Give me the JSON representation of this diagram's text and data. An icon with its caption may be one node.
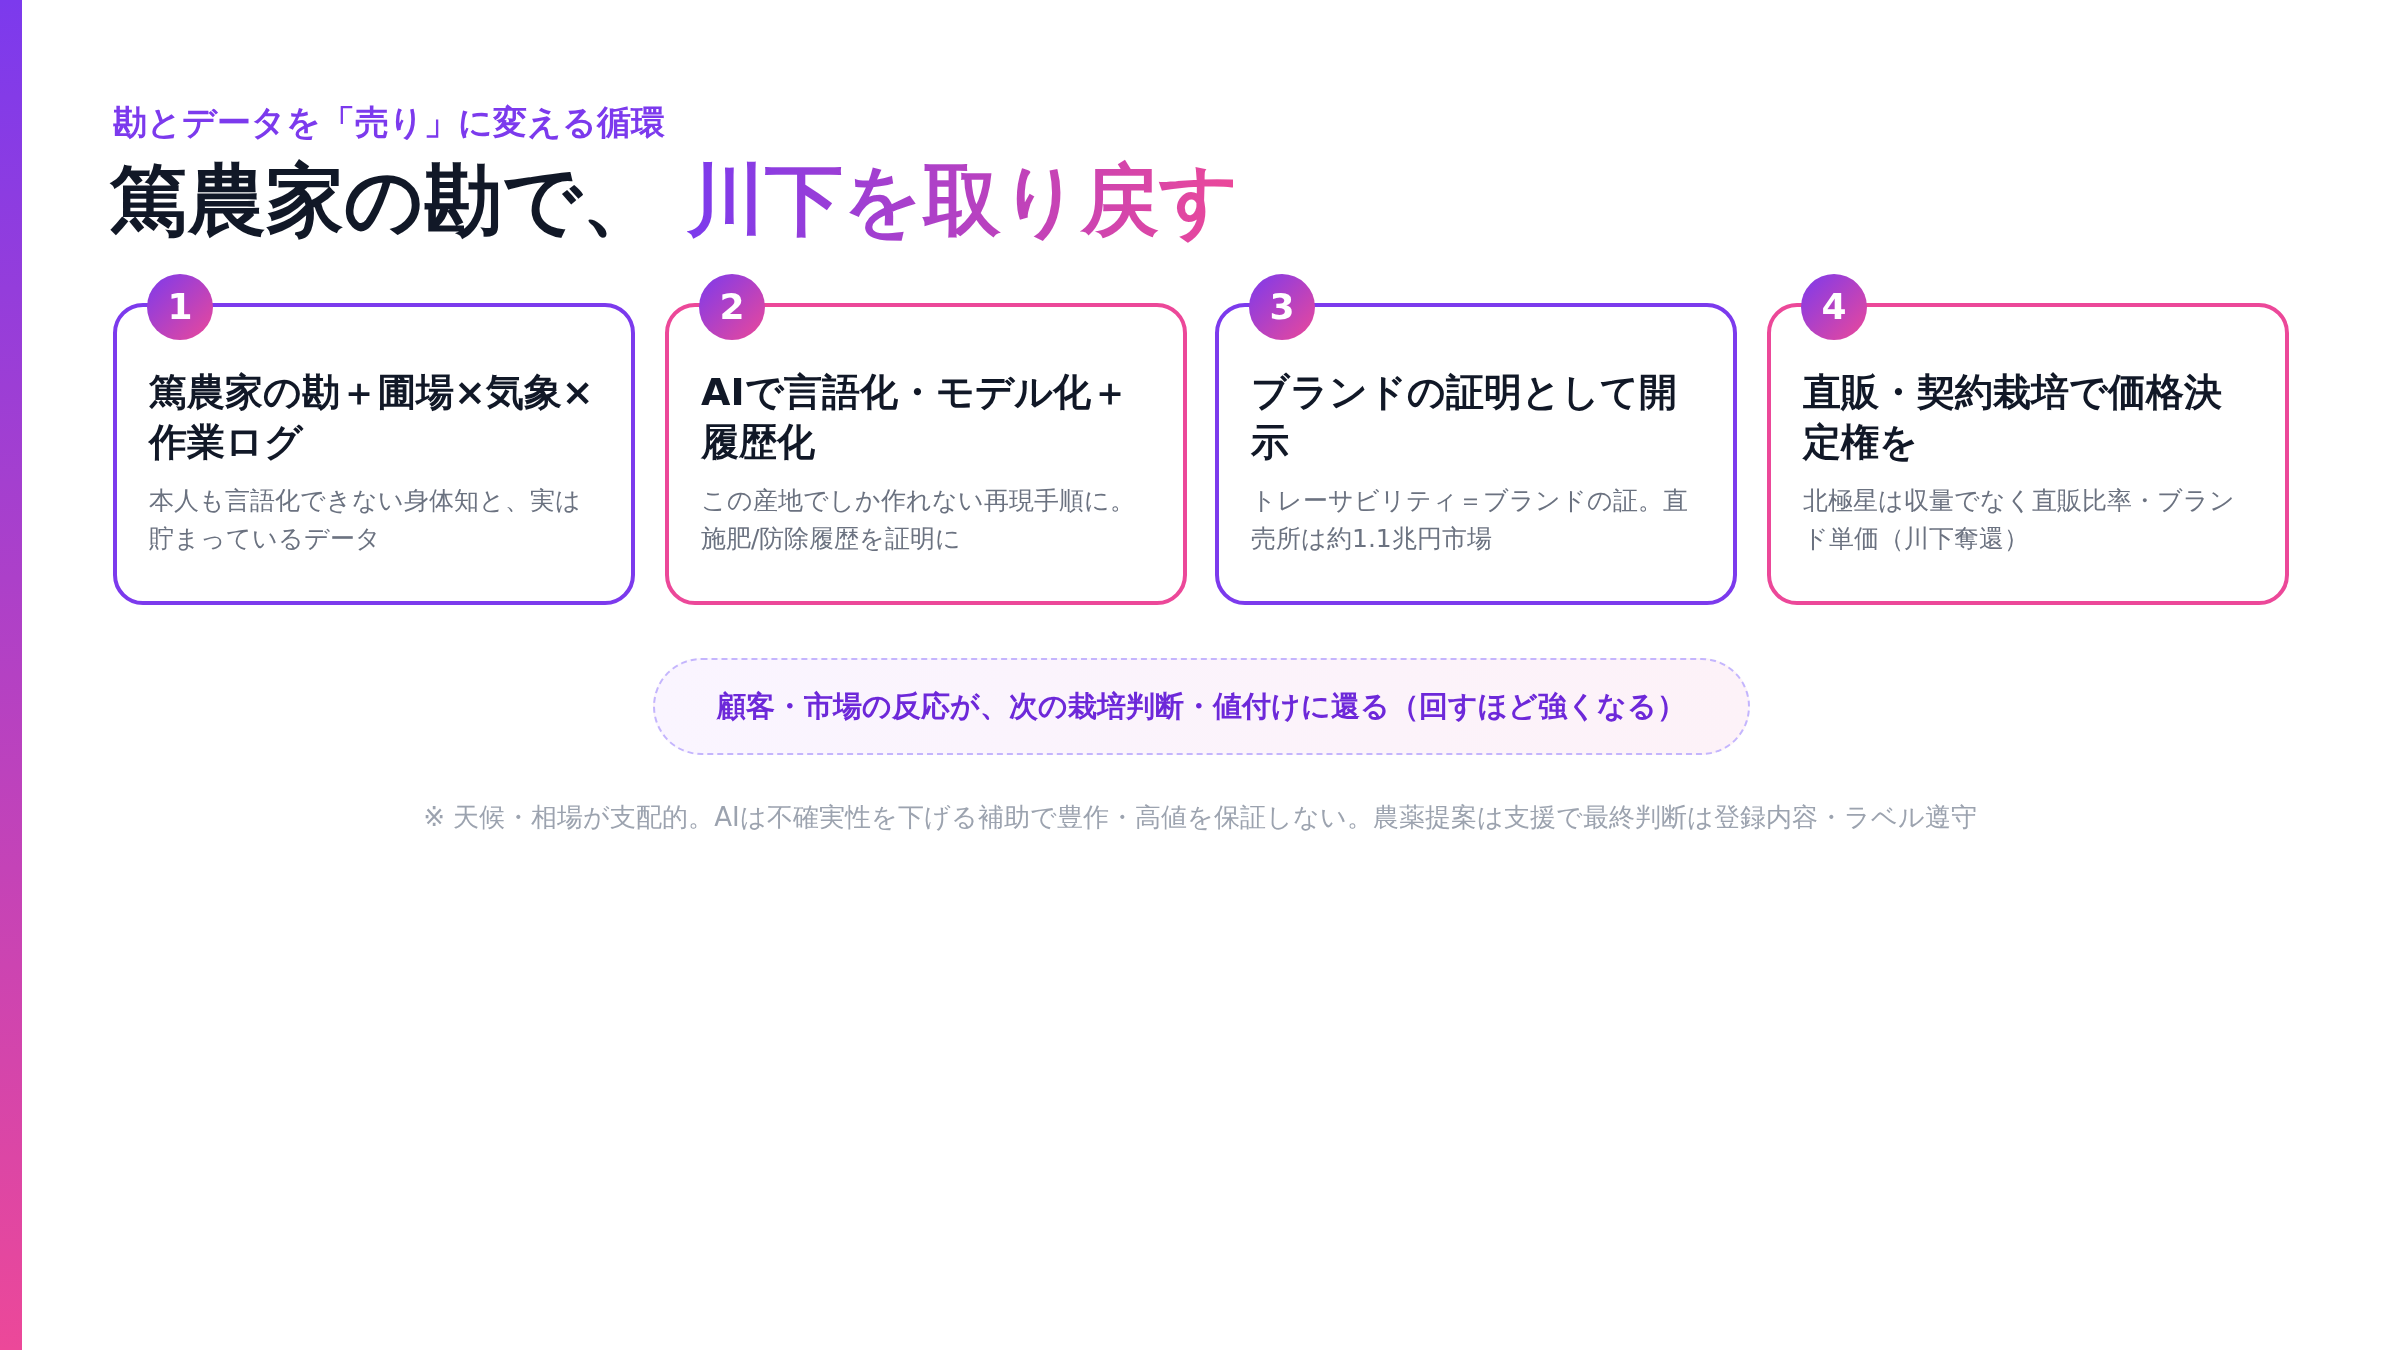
{
  "diagram": {
    "title": "篤農家の勘で、 川下を取り戻す",
    "nodes": [
      {
        "text": [],
        "shape": "bar"
      },
      {
        "text": [
          "篤農家の勘＋圃場×気象×作業ログ",
          "本人も言語化できない身体知と、実は貯まっているデータ"
        ]
      },
      {
        "text": [
          "1"
        ]
      },
      {
        "text": [
          "AIで言語化・モデル化＋履歴化",
          "この産地でしか作れない再現手順に。施肥/防除履歴を証明に"
        ]
      },
      {
        "text": [
          "2"
        ]
      },
      {
        "text": [
          "ブランドの証明として開示",
          "トレーサビリティ＝ブランドの証。直売所は約1.1兆円市場"
        ]
      },
      {
        "text": [
          "3"
        ]
      },
      {
        "text": [
          "直販・契約栽培で価格決定権を",
          "北極星は収量でなく直販比率・ブランド単価（川下奪還）"
        ]
      },
      {
        "text": [
          "4"
        ]
      },
      {
        "text": [
          "顧客・市場の反応が、次の栽培判断・値付けに還る（回すほど強くなる）"
        ]
      }
    ],
    "labels": [
      "勘とデータを「売り」に変える循環",
      "※ 天候・相場が支配的。AIは不確実性を下げる補助で豊作・高値を保証しない。農薬提案は支援で最終判断は登録内容・ラベル遵守"
    ]
  }
}
